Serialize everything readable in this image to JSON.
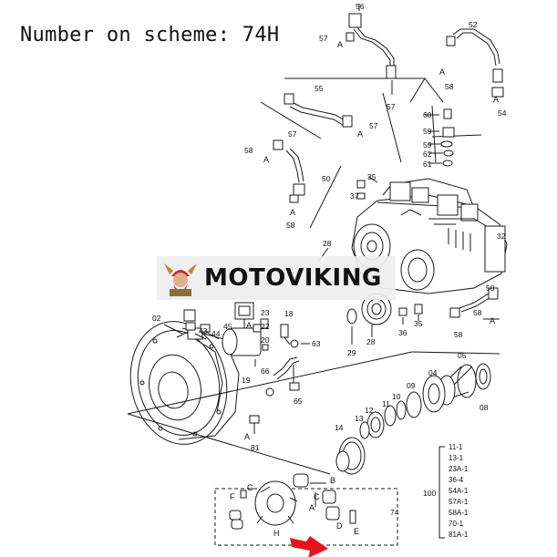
{
  "caption": "Number on scheme: 74H",
  "brand": {
    "name": "MOTOVIKING",
    "logo_icon": "viking-head-icon"
  },
  "callouts": {
    "n02": "02",
    "n04": "04",
    "n05": "05",
    "n08": "08",
    "n09": "09",
    "n10": "10",
    "n11": "11",
    "n12": "12",
    "n13": "13",
    "n14": "14",
    "n18": "18",
    "n19": "19",
    "n20": "20",
    "n22": "22",
    "n23": "23",
    "n28a": "28",
    "n28b": "28",
    "n29": "29",
    "n32": "32",
    "n35a": "35",
    "n35b": "35",
    "n36": "36",
    "n37": "37",
    "n43": "43",
    "n44": "44",
    "n45": "45",
    "n50a": "50",
    "n50b": "50",
    "n52": "52",
    "n54": "54",
    "n55": "55",
    "n56": "56",
    "n57a": "57",
    "n57b": "57",
    "n57c": "57",
    "n57d": "57",
    "n58a": "58",
    "n58b": "58",
    "n58c": "58",
    "n58d": "58",
    "n58e": "58",
    "n59a": "59",
    "n59b": "59",
    "n60": "60",
    "n61": "61",
    "n62": "62",
    "n63": "63",
    "n65": "65",
    "n66": "66",
    "n74": "74",
    "n81": "81",
    "n100": "100"
  },
  "letters": {
    "a1": "A",
    "a2": "A",
    "a3": "A",
    "a4": "A",
    "a5": "A",
    "a6": "A",
    "a7": "A",
    "a8": "A",
    "a9": "A",
    "a10": "A",
    "b1": "B",
    "c1": "C",
    "d1": "D",
    "e1": "E",
    "f1": "F",
    "g1": "G",
    "h1": "H"
  },
  "kit_list": [
    "11-1",
    "13-1",
    "23A-1",
    "36-4",
    "54A-1",
    "57A-1",
    "58A-1",
    "70-1",
    "81A-1"
  ],
  "colors": {
    "line": "#1a1a1a",
    "highlight_arrow": "#e8141c",
    "logo_red": "#c62828",
    "logo_gold": "#b8862d"
  }
}
